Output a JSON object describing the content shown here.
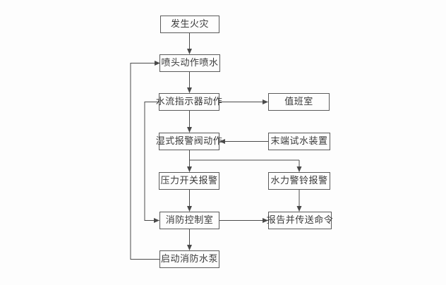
{
  "diagram": {
    "type": "flowchart",
    "language": "zh-CN",
    "nodes": {
      "fire_occurs": "发生火灾",
      "sprinkler_activates": "喷头动作喷水",
      "water_flow_indicator": "水流指示器动作",
      "duty_room": "值班室",
      "wet_alarm_valve": "湿式报警阀动作",
      "end_test_water_device": "末端试水装置",
      "pressure_switch_alarm": "压力开关报警",
      "hydraulic_alarm_bell": "水力警铃报警",
      "fire_control_room": "消防控制室",
      "report_transmit_command": "报告并传送命令",
      "start_fire_pump": "启动消防水泵"
    },
    "edges": [
      {
        "from": "fire_occurs",
        "to": "sprinkler_activates"
      },
      {
        "from": "sprinkler_activates",
        "to": "water_flow_indicator"
      },
      {
        "from": "water_flow_indicator",
        "to": "duty_room"
      },
      {
        "from": "water_flow_indicator",
        "to": "wet_alarm_valve"
      },
      {
        "from": "water_flow_indicator",
        "to": "fire_control_room"
      },
      {
        "from": "end_test_water_device",
        "to": "wet_alarm_valve"
      },
      {
        "from": "wet_alarm_valve",
        "to": "pressure_switch_alarm"
      },
      {
        "from": "wet_alarm_valve",
        "to": "hydraulic_alarm_bell"
      },
      {
        "from": "pressure_switch_alarm",
        "to": "fire_control_room"
      },
      {
        "from": "hydraulic_alarm_bell",
        "to": "report_transmit_command"
      },
      {
        "from": "fire_control_room",
        "to": "report_transmit_command"
      },
      {
        "from": "fire_control_room",
        "to": "start_fire_pump"
      },
      {
        "from": "start_fire_pump",
        "to": "sprinkler_activates"
      }
    ],
    "colors": {
      "background": "#fdfdfd",
      "box_border": "#5a5a5a",
      "text": "#3a3a3a",
      "connector": "#4a4a4a"
    }
  }
}
